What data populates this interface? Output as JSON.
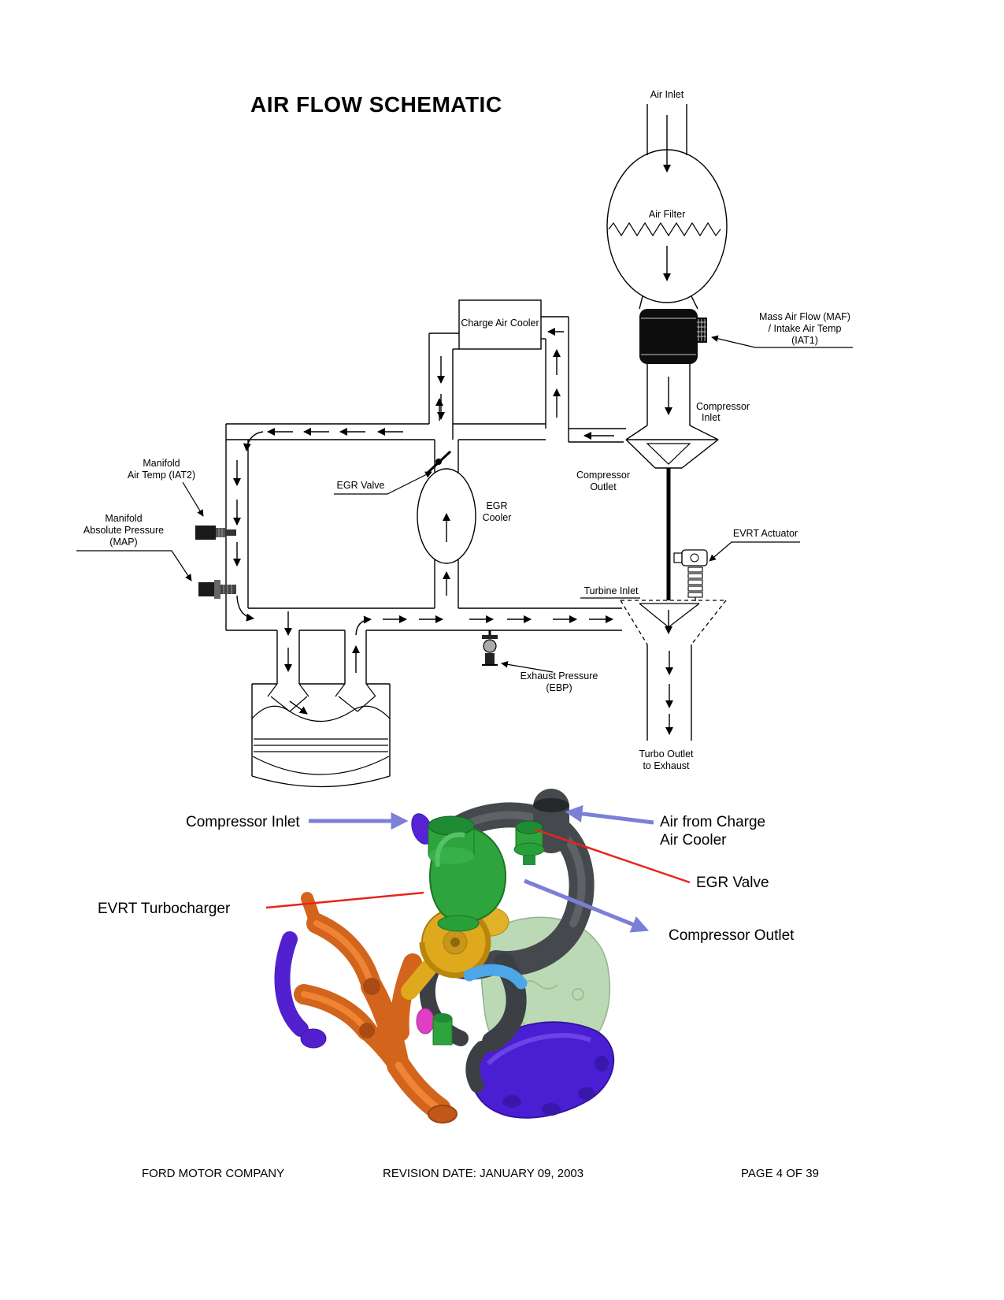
{
  "title": "AIR FLOW SCHEMATIC",
  "schematic": {
    "air_inlet": "Air Inlet",
    "air_filter": "Air Filter",
    "charge_air_cooler": "Charge Air Cooler",
    "maf": {
      "l1": "Mass Air Flow (MAF)",
      "l2": "/ Intake Air Temp",
      "l3": "(IAT1)"
    },
    "compressor_inlet": {
      "l1": "Compressor",
      "l2": "Inlet"
    },
    "compressor_outlet": {
      "l1": "Compressor",
      "l2": "Outlet"
    },
    "egr_valve": "EGR Valve",
    "egr_cooler": {
      "l1": "EGR",
      "l2": "Cooler"
    },
    "iat2": {
      "l1": "Manifold",
      "l2": "Air Temp (IAT2)"
    },
    "map": {
      "l1": "Manifold",
      "l2": "Absolute Pressure",
      "l3": "(MAP)"
    },
    "evrt_actuator": "EVRT Actuator",
    "turbine_inlet": "Turbine Inlet",
    "ebp": {
      "l1": "Exhaust Pressure",
      "l2": "(EBP)"
    },
    "turbo_outlet": {
      "l1": "Turbo Outlet",
      "l2": "to Exhaust"
    }
  },
  "callouts": {
    "compressor_inlet": "Compressor Inlet",
    "air_from_cac": {
      "l1": "Air from Charge",
      "l2": "Air Cooler"
    },
    "egr_valve": "EGR Valve",
    "evrt_turbocharger": "EVRT Turbocharger",
    "compressor_outlet": "Compressor Outlet"
  },
  "footer": {
    "company": "FORD MOTOR COMPANY",
    "revision": "REVISION DATE: JANUARY 09, 2003",
    "page": "PAGE 4 OF 39"
  },
  "colors": {
    "title_red": "#ed1c24",
    "line_black": "#000000",
    "callout_blue": "#7b7fd8",
    "callout_red": "#e8241c",
    "engine_gray": "#45494d",
    "engine_green": "#2ea43c",
    "engine_gold": "#dfa91e",
    "engine_orange": "#d2641c",
    "engine_purple": "#4a1fd4",
    "engine_block": "#bcd9b6",
    "engine_cyan": "#4da6e8",
    "engine_magenta": "#e03fc4"
  }
}
